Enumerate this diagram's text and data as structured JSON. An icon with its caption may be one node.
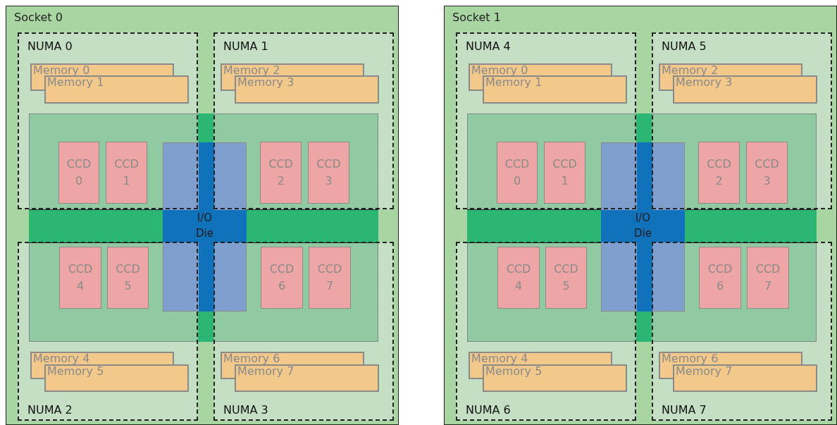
{
  "diagram": {
    "nodes": [
      {
        "text": [
          "Socket 0"
        ]
      },
      {
        "text": [
          "NUMA 0"
        ],
        "in": 0
      },
      {
        "text": [
          "Memory 0"
        ],
        "in": 1
      },
      {
        "text": [
          "Memory 1"
        ],
        "in": 1
      },
      {
        "text": [
          "NUMA 1"
        ],
        "in": 0
      },
      {
        "text": [
          "Memory 2"
        ],
        "in": 4
      },
      {
        "text": [
          "Memory 3"
        ],
        "in": 4
      },
      {
        "text": [],
        "shape": "box",
        "in": 0
      },
      {
        "text": [
          "CCD 0"
        ]
      },
      {
        "text": [
          "CCD 1"
        ]
      },
      {
        "text": [
          "CCD 2"
        ]
      },
      {
        "text": [
          "CCD 3"
        ]
      },
      {
        "text": [
          "I/O Die"
        ],
        "in": 7
      },
      {
        "text": [
          "CCD 4"
        ]
      },
      {
        "text": [
          "CCD 5"
        ]
      },
      {
        "text": [
          "CCD 6"
        ]
      },
      {
        "text": [
          "CCD 7"
        ]
      },
      {
        "text": [
          "NUMA 2"
        ],
        "in": 0
      },
      {
        "text": [
          "Memory 4"
        ],
        "in": 17
      },
      {
        "text": [
          "Memory 5"
        ],
        "in": 17
      },
      {
        "text": [
          "NUMA 3"
        ],
        "in": 0
      },
      {
        "text": [
          "Memory 6"
        ],
        "in": 20
      },
      {
        "text": [
          "Memory 7"
        ],
        "in": 20
      },
      {
        "text": [
          "Socket 1"
        ]
      },
      {
        "text": [
          "NUMA 4"
        ],
        "in": 23
      },
      {
        "text": [
          "Memory 0"
        ],
        "in": 24
      },
      {
        "text": [
          "Memory 1"
        ],
        "in": 24
      },
      {
        "text": [
          "NUMA 5"
        ],
        "in": 23
      },
      {
        "text": [
          "Memory 2"
        ],
        "in": 27
      },
      {
        "text": [
          "Memory 3"
        ],
        "in": 27
      },
      {
        "text": [],
        "shape": "box",
        "in": 23
      },
      {
        "text": [
          "CCD 0"
        ]
      },
      {
        "text": [
          "CCD 1"
        ]
      },
      {
        "text": [
          "CCD 2"
        ]
      },
      {
        "text": [
          "CCD 3"
        ]
      },
      {
        "text": [
          "I/O Die"
        ],
        "in": 30
      },
      {
        "text": [
          "CCD 4"
        ]
      },
      {
        "text": [
          "CCD 5"
        ]
      },
      {
        "text": [
          "CCD 6"
        ]
      },
      {
        "text": [
          "CCD 7"
        ]
      },
      {
        "text": [
          "NUMA 6"
        ],
        "in": 23
      },
      {
        "text": [
          "Memory 4"
        ],
        "in": 40
      },
      {
        "text": [
          "Memory 5"
        ],
        "in": 40
      },
      {
        "text": [
          "NUMA 7"
        ],
        "in": 23
      },
      {
        "text": [
          "Memory 6"
        ],
        "in": 43
      },
      {
        "text": [
          "Memory 7"
        ],
        "in": 43
      }
    ]
  }
}
